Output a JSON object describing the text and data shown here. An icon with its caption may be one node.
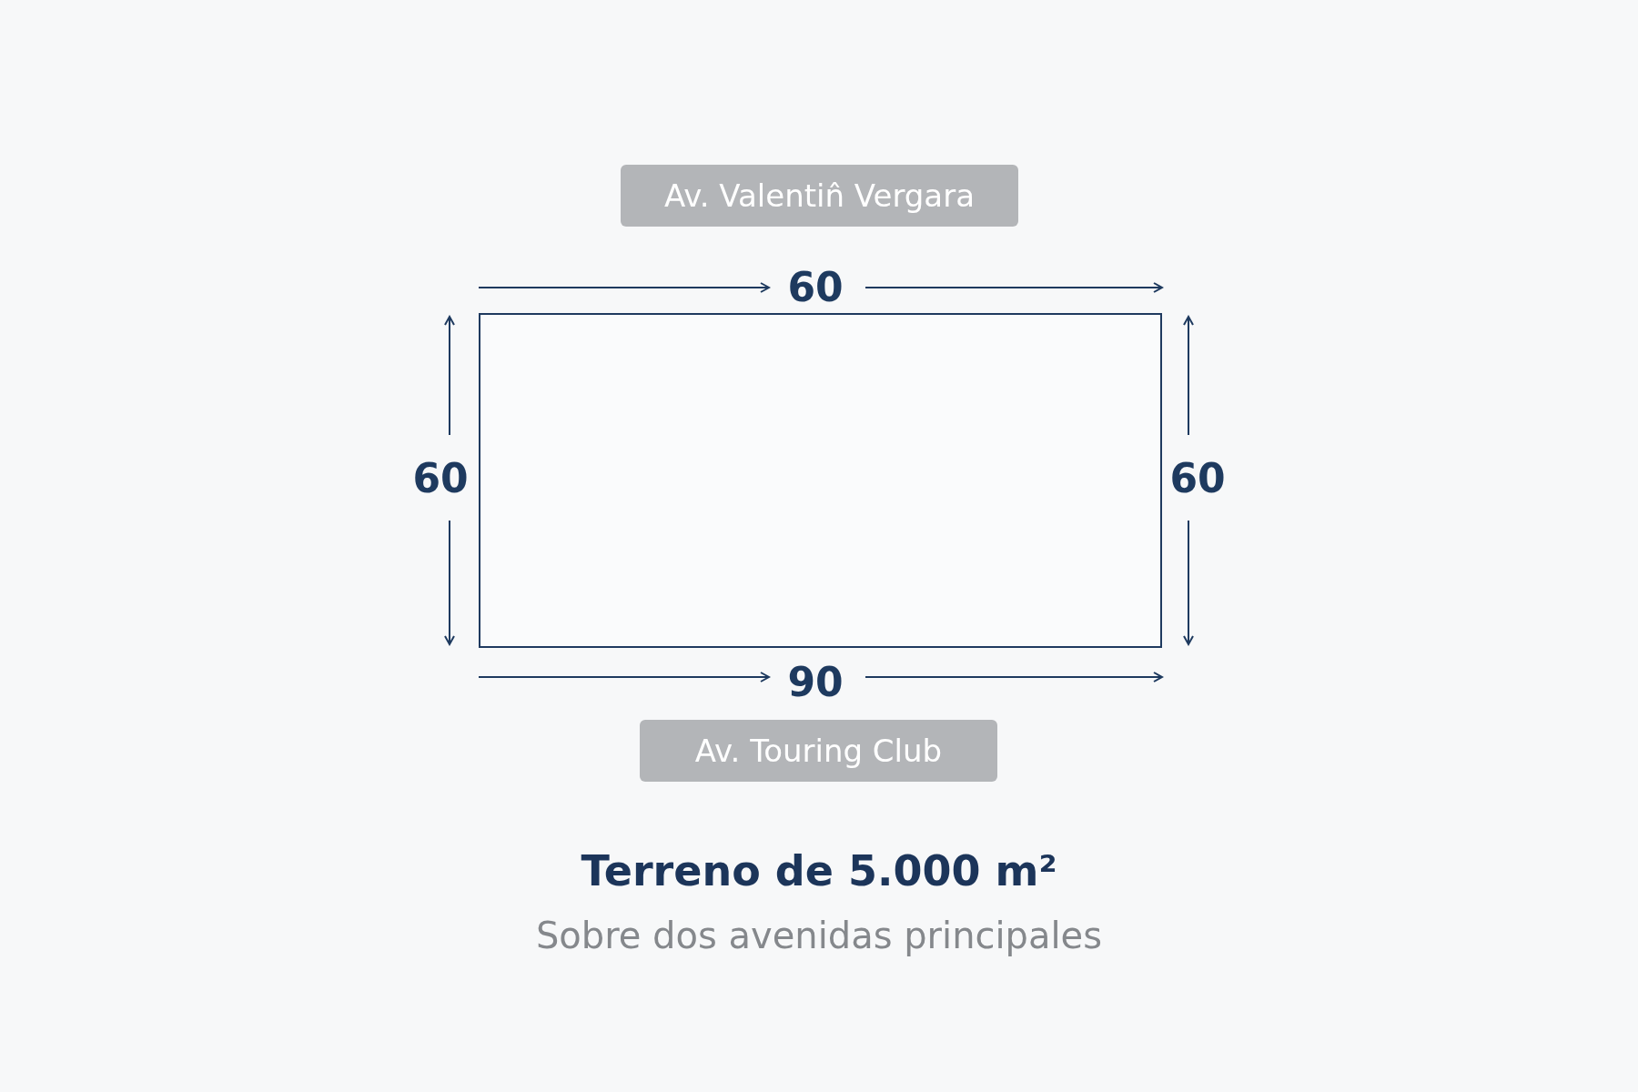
{
  "diagram": {
    "title": "Terreno de 5.000 m²",
    "caption": "Sobre dos avenidas principales",
    "nodes": [
      {
        "text": [
          "Av. Valentin̂ Vergara"
        ]
      },
      {
        "text": [],
        "shape": "box"
      },
      {
        "text": [
          "Av. Touring Club"
        ]
      }
    ],
    "labels": [
      "60",
      "60",
      "60",
      "90"
    ]
  }
}
